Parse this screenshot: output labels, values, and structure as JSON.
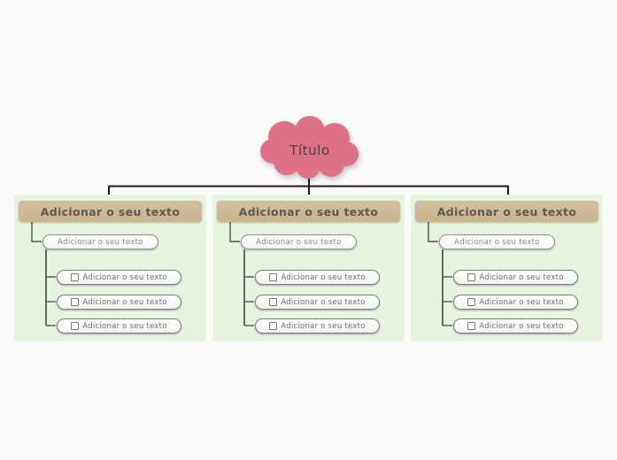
{
  "page": {
    "background_color": "#faf9f9",
    "type": "mind-map"
  },
  "root": {
    "label": "Título",
    "shape": "cloud",
    "fill_color": "#dd7187",
    "text_color": "#4a3f3f"
  },
  "branches": [
    {
      "header": {
        "label": "Adicionar o seu texto",
        "fill_color": "#cbb793",
        "text_color": "#5b5b55"
      },
      "panel_color": "#e6f4e0",
      "subtopic": {
        "label": "Adicionar o seu texto"
      },
      "items": [
        {
          "icon": "checkbox-unchecked-icon",
          "label": "Adicionar o seu texto"
        },
        {
          "icon": "checkbox-unchecked-icon",
          "label": "Adicionar o seu texto"
        },
        {
          "icon": "checkbox-unchecked-icon",
          "label": "Adicionar o seu texto"
        }
      ]
    },
    {
      "header": {
        "label": "Adicionar o seu texto",
        "fill_color": "#cbb793",
        "text_color": "#5b5b55"
      },
      "panel_color": "#e6f4e0",
      "subtopic": {
        "label": "Adicionar o seu texto"
      },
      "items": [
        {
          "icon": "checkbox-unchecked-icon",
          "label": "Adicionar o seu texto"
        },
        {
          "icon": "checkbox-unchecked-icon",
          "label": "Adicionar o seu texto"
        },
        {
          "icon": "checkbox-unchecked-icon",
          "label": "Adicionar o seu texto"
        }
      ]
    },
    {
      "header": {
        "label": "Adicionar o seu texto",
        "fill_color": "#cbb793",
        "text_color": "#5b5b55"
      },
      "panel_color": "#e6f4e0",
      "subtopic": {
        "label": "Adicionar o seu texto"
      },
      "items": [
        {
          "icon": "checkbox-unchecked-icon",
          "label": "Adicionar o seu texto"
        },
        {
          "icon": "checkbox-unchecked-icon",
          "label": "Adicionar o seu texto"
        },
        {
          "icon": "checkbox-unchecked-icon",
          "label": "Adicionar o seu texto"
        }
      ]
    }
  ],
  "connectors": {
    "line_color": "#1a1a1a",
    "branch_line_color": "#555555"
  }
}
